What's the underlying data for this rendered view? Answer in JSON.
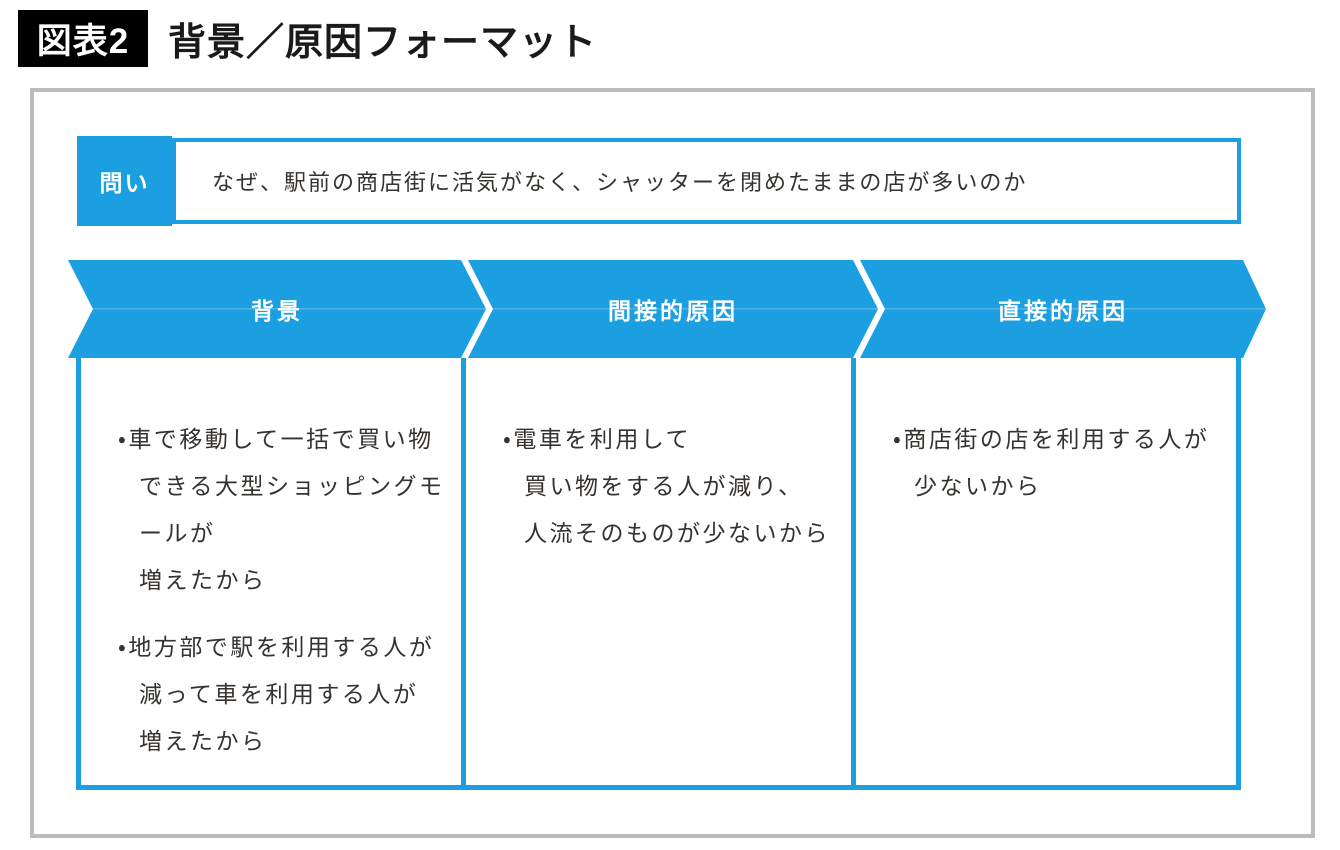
{
  "figure": {
    "badge": "図表2",
    "title": "背景／原因フォーマット"
  },
  "question": {
    "label": "問い",
    "text": "なぜ、駅前の商店街に活気がなく、シャッターを閉めたままの店が多いのか"
  },
  "columns": [
    {
      "header": "背景",
      "items": [
        "・車で移動して一括で買い物\nできる大型ショッピングモールが\n増えたから",
        "・地方部で駅を利用する人が\n減って車を利用する人が\n増えたから"
      ]
    },
    {
      "header": "間接的原因",
      "items": [
        "・電車を利用して\n買い物をする人が減り、\n人流そのものが少ないから"
      ]
    },
    {
      "header": "直接的原因",
      "items": [
        "・商店街の店を利用する人が\n少ないから"
      ]
    }
  ],
  "colors": {
    "accent_blue": "#1b9fe0",
    "badge_bg": "#000000",
    "panel_border": "#bcbcbc",
    "ink": "#35322f"
  }
}
